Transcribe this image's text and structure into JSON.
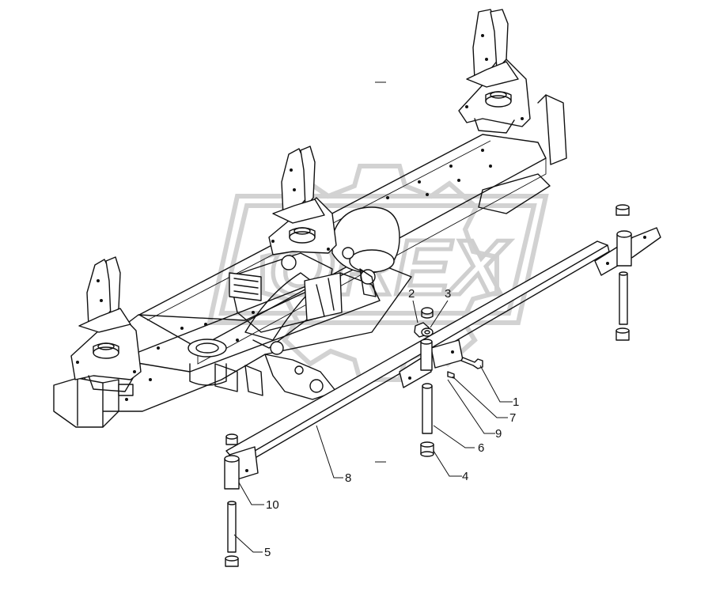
{
  "watermark": {
    "text": "OREX"
  },
  "callouts": [
    {
      "id": "c1",
      "label": "1"
    },
    {
      "id": "c2",
      "label": "2"
    },
    {
      "id": "c3",
      "label": "3"
    },
    {
      "id": "c4",
      "label": "4"
    },
    {
      "id": "c5",
      "label": "5"
    },
    {
      "id": "c6",
      "label": "6"
    },
    {
      "id": "c7",
      "label": "7"
    },
    {
      "id": "c8",
      "label": "8"
    },
    {
      "id": "c9",
      "label": "9"
    },
    {
      "id": "c10",
      "label": "10"
    }
  ]
}
